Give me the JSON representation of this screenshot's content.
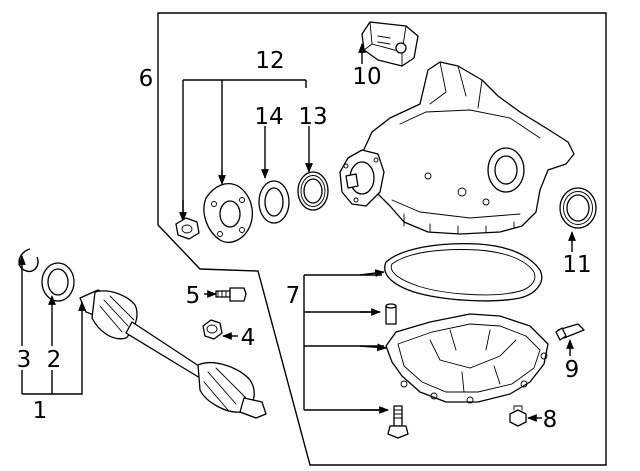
{
  "callouts": [
    {
      "id": "1",
      "text": "1"
    },
    {
      "id": "2",
      "text": "2"
    },
    {
      "id": "3",
      "text": "3"
    },
    {
      "id": "4",
      "text": "4"
    },
    {
      "id": "5",
      "text": "5"
    },
    {
      "id": "6",
      "text": "6"
    },
    {
      "id": "7",
      "text": "7"
    },
    {
      "id": "8",
      "text": "8"
    },
    {
      "id": "9",
      "text": "9"
    },
    {
      "id": "10",
      "text": "10"
    },
    {
      "id": "11",
      "text": "11"
    },
    {
      "id": "12",
      "text": "12"
    },
    {
      "id": "13",
      "text": "13"
    },
    {
      "id": "14",
      "text": "14"
    }
  ],
  "colors": {
    "line": "#000000",
    "background": "#ffffff"
  }
}
